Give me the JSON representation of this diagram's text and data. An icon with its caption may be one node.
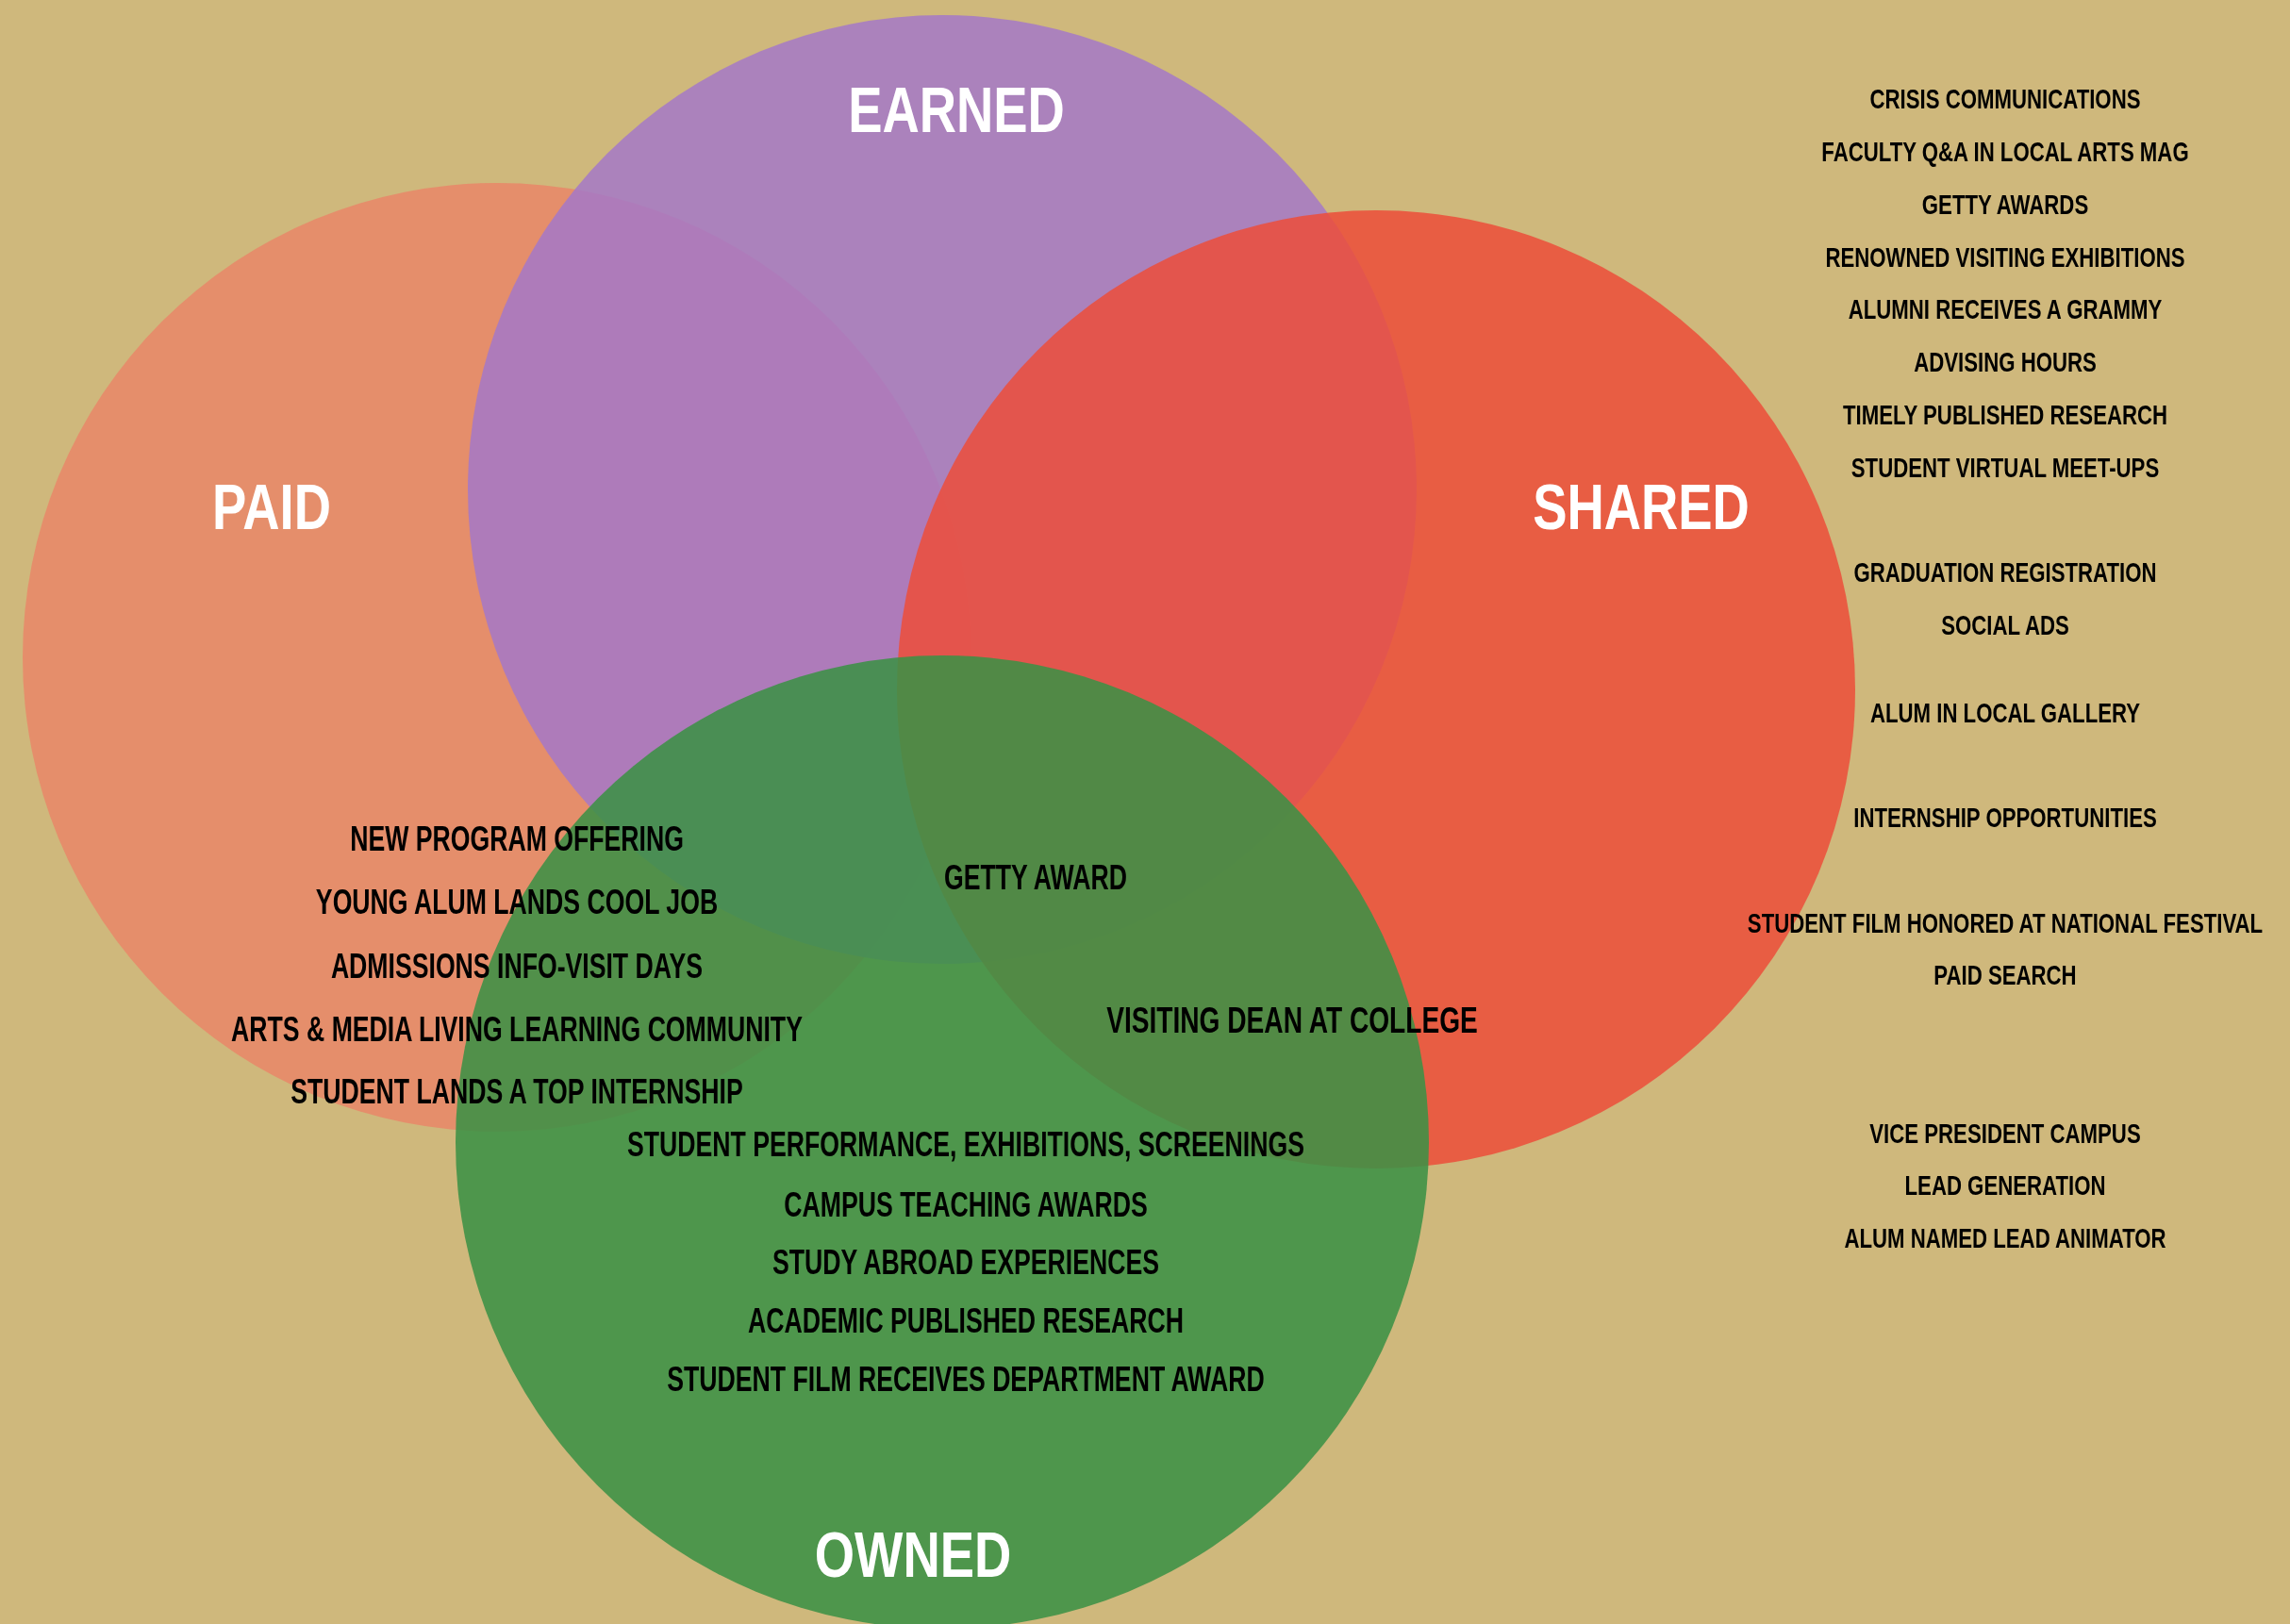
{
  "diagram": {
    "nodes": [
      {
        "text": [
          "PAID"
        ]
      },
      {
        "text": [
          "EARNED"
        ]
      },
      {
        "text": [
          "SHARED"
        ]
      },
      {
        "text": [
          "OWNED"
        ]
      }
    ],
    "labels": [
      "NEW PROGRAM OFFERING",
      "YOUNG ALUM LANDS COOL JOB",
      "ADMISSIONS INFO-VISIT DAYS",
      "ARTS & MEDIA LIVING LEARNING COMMUNITY",
      "STUDENT LANDS A TOP INTERNSHIP",
      "GETTY AWARD",
      "VISITING DEAN AT COLLEGE",
      "STUDENT PERFORMANCE, EXHIBITIONS, SCREENINGS",
      "CAMPUS TEACHING AWARDS",
      "STUDY ABROAD EXPERIENCES",
      "ACADEMIC PUBLISHED RESEARCH",
      "STUDENT FILM RECEIVES DEPARTMENT AWARD",
      "CRISIS COMMUNICATIONS",
      "FACULTY Q&A IN LOCAL ARTS MAG",
      "GETTY AWARDS",
      "RENOWNED VISITING EXHIBITIONS",
      "ALUMNI RECEIVES A GRAMMY",
      "ADVISING HOURS",
      "TIMELY PUBLISHED RESEARCH",
      "STUDENT VIRTUAL MEET-UPS",
      "GRADUATION REGISTRATION",
      "SOCIAL ADS",
      "ALUM IN LOCAL GALLERY",
      "INTERNSHIP OPPORTUNITIES",
      "STUDENT FILM HONORED AT NATIONAL FESTIVAL",
      "PAID SEARCH",
      "VICE PRESIDENT CAMPUS",
      "LEAD GENERATION",
      "ALUM NAMED LEAD ANIMATOR"
    ]
  }
}
